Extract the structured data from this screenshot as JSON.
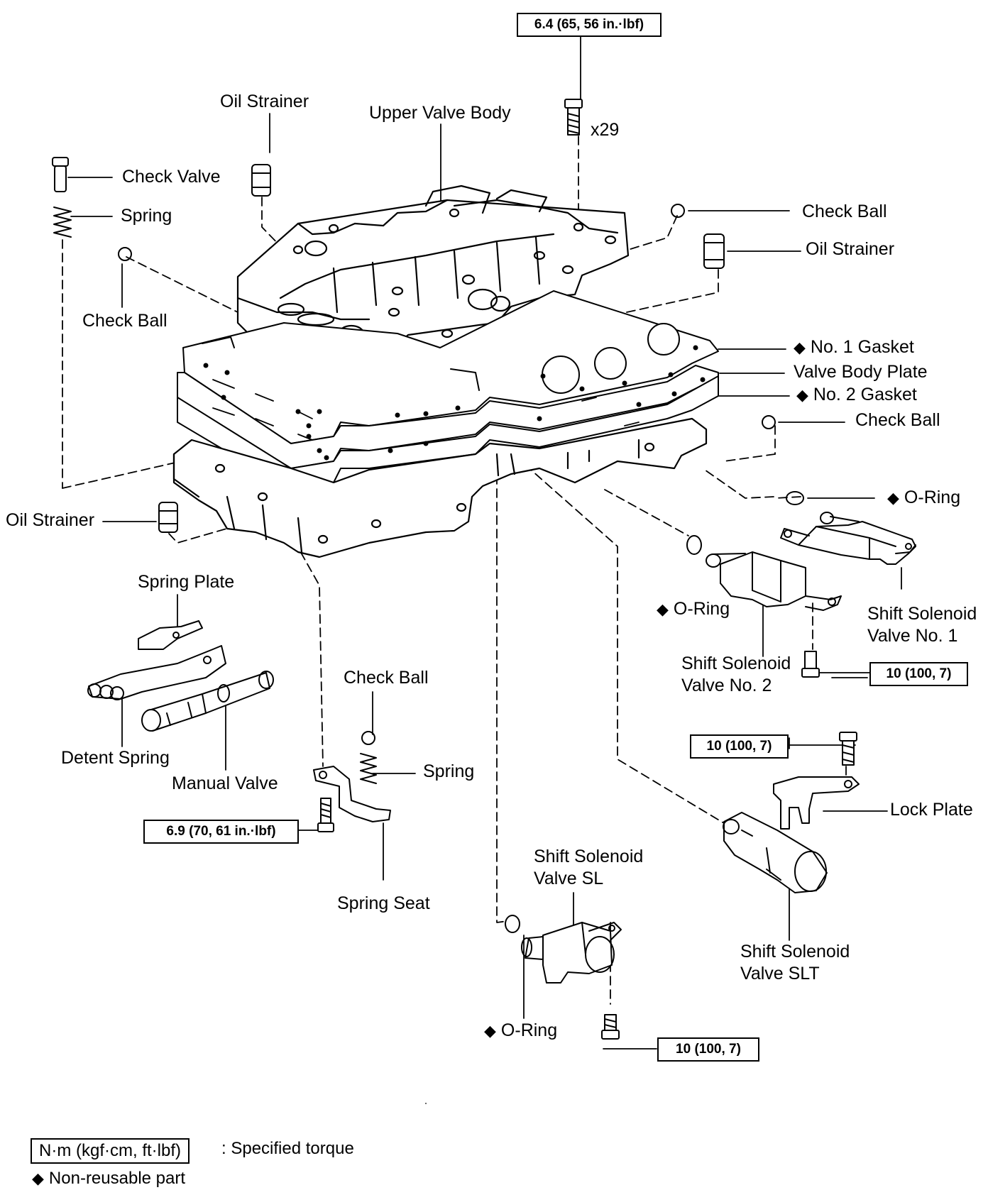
{
  "labels": {
    "oil_strainer_top": "Oil Strainer",
    "upper_valve_body": "Upper Valve Body",
    "check_valve": "Check Valve",
    "spring_left": "Spring",
    "check_ball_left": "Check Ball",
    "check_ball_top_right": "Check Ball",
    "oil_strainer_right": "Oil Strainer",
    "no1_gasket": "No. 1 Gasket",
    "valve_body_plate": "Valve Body Plate",
    "no2_gasket": "No. 2 Gasket",
    "check_ball_right": "Check Ball",
    "o_ring_right": "O-Ring",
    "oil_strainer_left": "Oil Strainer",
    "spring_plate": "Spring Plate",
    "o_ring_mid": "O-Ring",
    "shift_solenoid_no1_line1": "Shift Solenoid",
    "shift_solenoid_no1_line2": "Valve No. 1",
    "shift_solenoid_no2_line1": "Shift Solenoid",
    "shift_solenoid_no2_line2": "Valve No. 2",
    "check_ball_lower": "Check Ball",
    "detent_spring": "Detent Spring",
    "manual_valve": "Manual Valve",
    "spring_lower": "Spring",
    "lock_plate": "Lock Plate",
    "spring_seat": "Spring Seat",
    "shift_solenoid_sl_line1": "Shift Solenoid",
    "shift_solenoid_sl_line2": "Valve SL",
    "shift_solenoid_slt_line1": "Shift Solenoid",
    "shift_solenoid_slt_line2": "Valve SLT",
    "o_ring_bottom": "O-Ring",
    "bolt_count": "x29"
  },
  "torque_specs": {
    "upper_bolts": "6.4 (65, 56 in.·lbf)",
    "solenoid_no1": "10 (100, 7)",
    "lock_plate": "10 (100, 7)",
    "spring_seat": "6.9 (70, 61 in.·lbf)",
    "solenoid_sl": "10 (100, 7)"
  },
  "legend": {
    "torque_units": "N·m (kgf·cm, ft·lbf)",
    "torque_meaning": ": Specified torque",
    "non_reusable": "Non-reusable part"
  },
  "symbols": {
    "non_reusable_marker": "◆"
  }
}
